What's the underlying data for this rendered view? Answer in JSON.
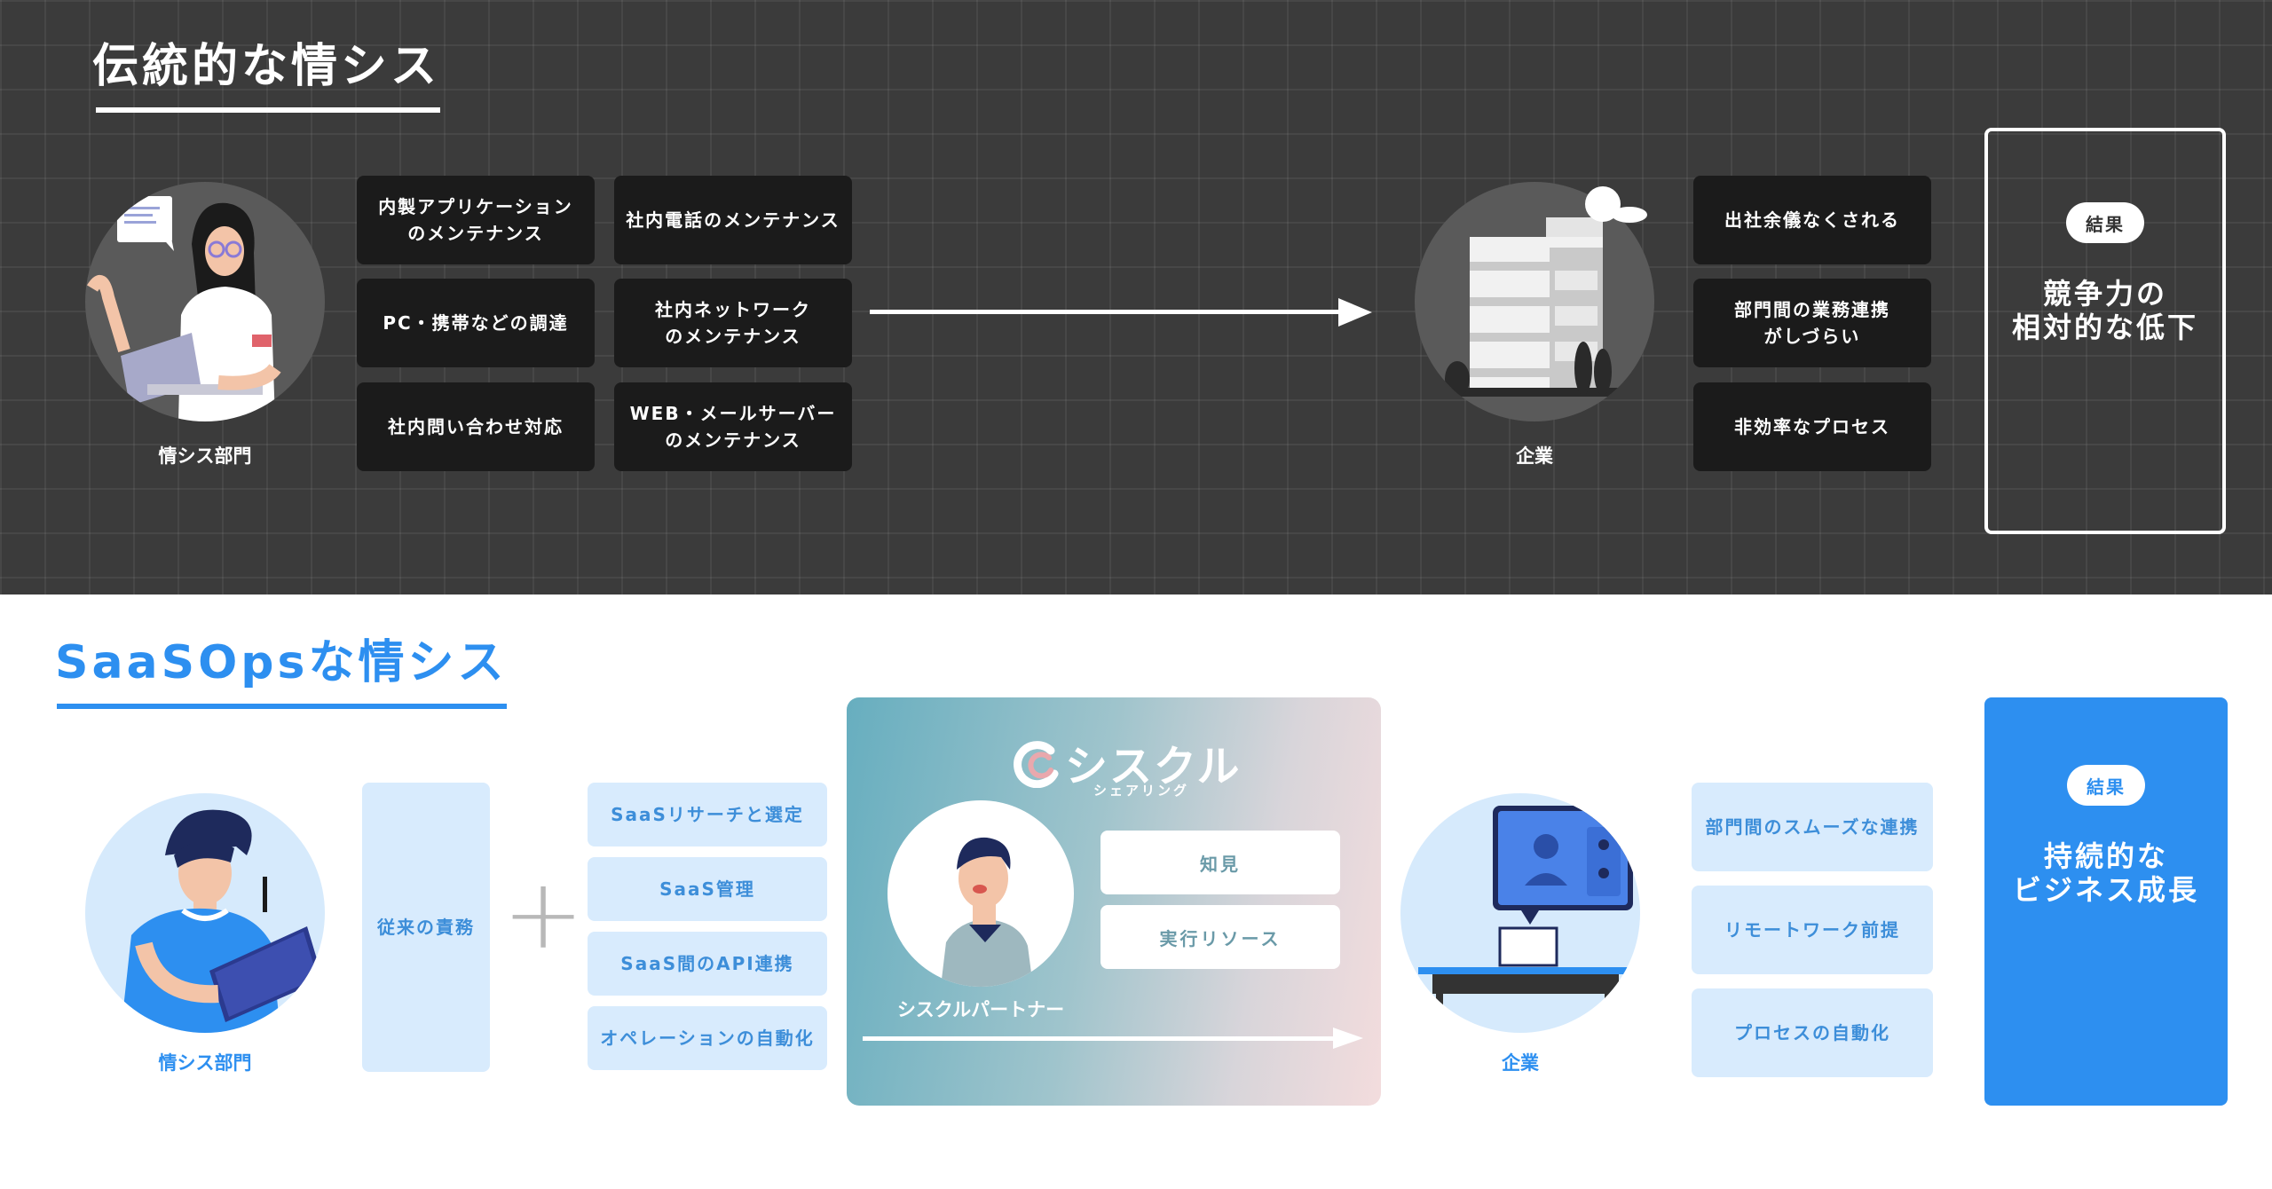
{
  "traditional": {
    "title": "伝統的な情シス",
    "person_label": "情シス部門",
    "duties": [
      "内製アプリケーション\nのメンテナンス",
      "社内電話のメンテナンス",
      "PC・携帯などの調達",
      "社内ネットワーク\nのメンテナンス",
      "社内問い合わせ対応",
      "WEB・メールサーバー\nのメンテナンス"
    ],
    "company_label": "企業",
    "effects": [
      "出社余儀なくされる",
      "部門間の業務連携\nがしづらい",
      "非効率なプロセス"
    ],
    "result_tag": "結果",
    "result_text": "競争力の\n相対的な低下"
  },
  "saasops": {
    "title": "SaaSOpsな情シス",
    "person_label": "情シス部門",
    "conventional_duties": "従来の責務",
    "plus_symbol": "+",
    "new_duties": [
      "SaaSリサーチと選定",
      "SaaS管理",
      "SaaS間のAPI連携",
      "オペレーションの自動化"
    ],
    "partner_logo_main": "シスクル",
    "partner_logo_sub": "シェアリング",
    "partner_label": "シスクルパートナー",
    "partner_offers": [
      "知見",
      "実行リソース"
    ],
    "company_label": "企業",
    "effects": [
      "部門間のスムーズな連携",
      "リモートワーク前提",
      "プロセスの自動化"
    ],
    "result_tag": "結果",
    "result_text": "持続的な\nビジネス成長"
  },
  "colors": {
    "top_background": "#3b3b3b",
    "dark_box": "#1b1b1b",
    "accent_blue": "#2d8ff0",
    "light_blue_box": "#d8ebfd",
    "light_blue_text": "#3d8ed9"
  }
}
